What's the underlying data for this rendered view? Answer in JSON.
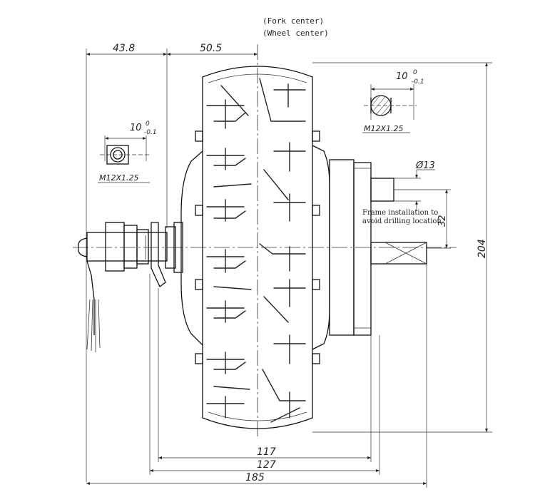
{
  "annotations": {
    "fork_center": "(Fork center)",
    "wheel_center": "(Wheel center)",
    "frame_note_line1": "Frame installation to",
    "frame_note_line2": "avoid drilling location"
  },
  "dimensions": {
    "axle_offset": "43.8",
    "hub_offset": "50.5",
    "shaft_diameter": "Ø13",
    "shaft_height": "32",
    "overall_height": "204",
    "width_inner": "117",
    "width_mid": "127",
    "width_overall": "185"
  },
  "left_section": {
    "tolerance_base": "10",
    "tolerance_upper": "0",
    "tolerance_lower": "-0.1",
    "thread": "M12X1.25"
  },
  "right_section": {
    "tolerance_base": "10",
    "tolerance_upper": "0",
    "tolerance_lower": "-0.1",
    "thread": "M12X1.25"
  }
}
